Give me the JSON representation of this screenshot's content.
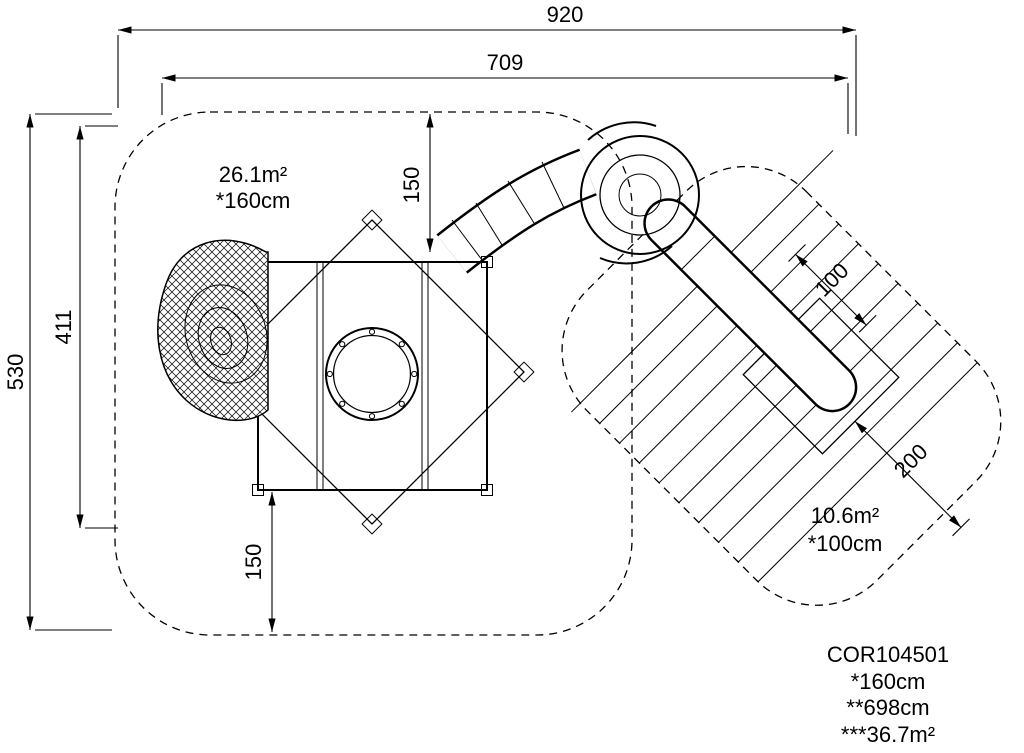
{
  "dimensions": {
    "total_width": "920",
    "inner_width": "709",
    "total_height": "530",
    "equipment_height": "411",
    "clearance_top": "150",
    "clearance_bottom": "150",
    "slide_zone_width": "100",
    "slide_runout": "200"
  },
  "zones": {
    "main_area": "26.1m²",
    "main_fall_height": "*160cm",
    "slide_area": "10.6m²",
    "slide_fall_height": "*100cm"
  },
  "title_block": {
    "product_code": "COR104501",
    "fall_height": "*160cm",
    "slide_length": "**698cm",
    "total_area": "***36.7m²"
  }
}
